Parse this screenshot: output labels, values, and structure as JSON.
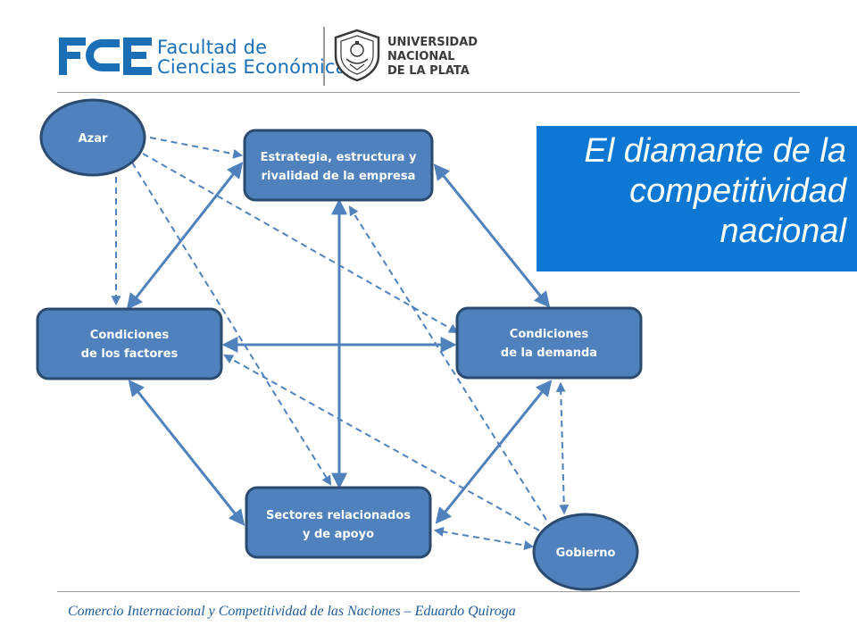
{
  "header": {
    "faculty_logo_mark": "FCE",
    "faculty_line1": "Facultad de",
    "faculty_line2": "Ciencias Económicas",
    "university_line1": "UNIVERSIDAD",
    "university_line2": "NACIONAL",
    "university_line3": "DE LA PLATA"
  },
  "title": {
    "line1": "El diamante de la",
    "line2": "competitividad",
    "line3": "nacional"
  },
  "diagram": {
    "node_color": "#4f81bd",
    "node_border": "#2b4a6f",
    "arrow_color": "#4f81bd",
    "nodes": {
      "azar": "Azar",
      "estrategia_l1": "Estrategia, estructura y",
      "estrategia_l2": "rivalidad de la empresa",
      "factores_l1": "Condiciones",
      "factores_l2": "de los factores",
      "demanda_l1": "Condiciones",
      "demanda_l2": "de la demanda",
      "sectores_l1": "Sectores relacionados",
      "sectores_l2": "y de apoyo",
      "gobierno": "Gobierno"
    }
  },
  "footer": {
    "text": "Comercio Internacional y Competitividad de las Naciones – Eduardo Quiroga"
  },
  "colors": {
    "title_box": "#0d77d4",
    "faculty_blue": "#1a6fb7",
    "footer_text": "#1f5a96",
    "rule_gray": "#9a9a9a"
  }
}
